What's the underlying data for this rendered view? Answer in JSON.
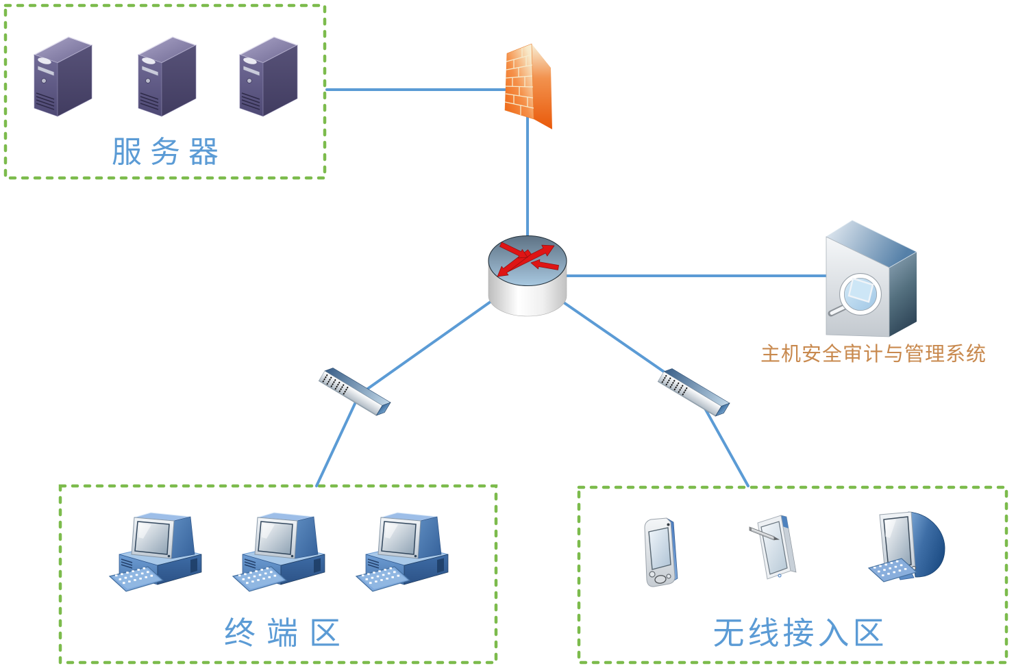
{
  "zones": [
    {
      "id": "server-zone",
      "label": "服务器",
      "devices": [
        "server-tower",
        "server-tower",
        "server-tower"
      ]
    },
    {
      "id": "terminal-zone",
      "label": "终端区",
      "devices": [
        "desktop-pc",
        "desktop-pc",
        "desktop-pc"
      ]
    },
    {
      "id": "wireless-zone",
      "label": "无线接入区",
      "devices": [
        "pda-handheld",
        "tablet-with-stylus",
        "all-in-one-computer"
      ]
    }
  ],
  "nodes": [
    {
      "id": "firewall",
      "type": "firewall-brick-wall",
      "label": ""
    },
    {
      "id": "router",
      "type": "router-cylinder",
      "label": ""
    },
    {
      "id": "switch-left",
      "type": "network-switch",
      "label": ""
    },
    {
      "id": "switch-right",
      "type": "network-switch",
      "label": ""
    },
    {
      "id": "audit-system",
      "type": "security-appliance-with-magnifier",
      "label": "主机安全审计与管理系统"
    }
  ],
  "edges": [
    {
      "from": "server-zone",
      "to": "firewall"
    },
    {
      "from": "firewall",
      "to": "router"
    },
    {
      "from": "router",
      "to": "audit-system"
    },
    {
      "from": "router",
      "to": "switch-left"
    },
    {
      "from": "switch-left",
      "to": "terminal-zone"
    },
    {
      "from": "router",
      "to": "switch-right"
    },
    {
      "from": "switch-right",
      "to": "wireless-zone"
    }
  ],
  "colors": {
    "background": "#FFFFFF",
    "connection_line": "#5B9BD5",
    "zone_border": "#7CBB4C",
    "zone_label_blue": "#5B9BD5",
    "audit_label_orange": "#C8894E",
    "firewall_orange": "#EE6410",
    "router_arrow_red": "#DE1515",
    "server_purple": "#565178",
    "device_blue": "#4A7AB8"
  }
}
